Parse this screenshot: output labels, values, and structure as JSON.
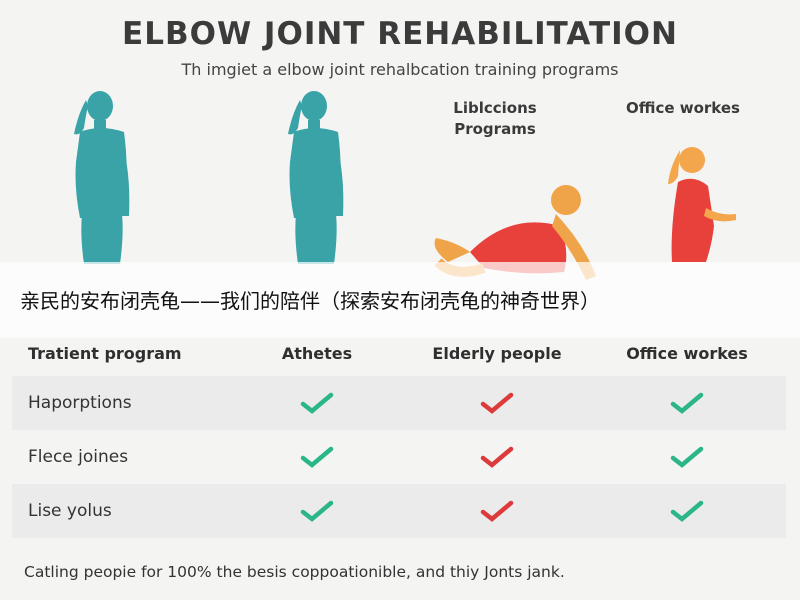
{
  "header": {
    "title": "ELBOW JOINT REHABILITATION",
    "subtitle": "Th imgiet a elbow joint rehalbcation training programs"
  },
  "illustration": {
    "labels": [
      "Liblccions Programs",
      "Office workes"
    ],
    "colors": {
      "teal": "#3aa3a8",
      "orange": "#f0a44a",
      "red": "#e8413c"
    }
  },
  "banner": {
    "text": "亲民的安布闭壳龟——我们的陪伴（探索安布闭壳龟的神奇世界）"
  },
  "table": {
    "headers": [
      "Tratient program",
      "Athetes",
      "Elderly people",
      "Office workes"
    ],
    "rows": [
      {
        "label": "Haporptions",
        "marks": [
          "green-check",
          "red-check",
          "green-check"
        ]
      },
      {
        "label": "Flece joines",
        "marks": [
          "green-check",
          "red-check",
          "green-check"
        ]
      },
      {
        "label": "Lise yolus",
        "marks": [
          "green-check",
          "red-check",
          "green-check"
        ]
      }
    ],
    "colors": {
      "green": "#2bb68a",
      "red": "#dd3b3b",
      "shade": "#ebebeb"
    }
  },
  "footer": {
    "text": "Catling peopie for 100% the besis coppoationible, and thiy Jonts jank."
  }
}
